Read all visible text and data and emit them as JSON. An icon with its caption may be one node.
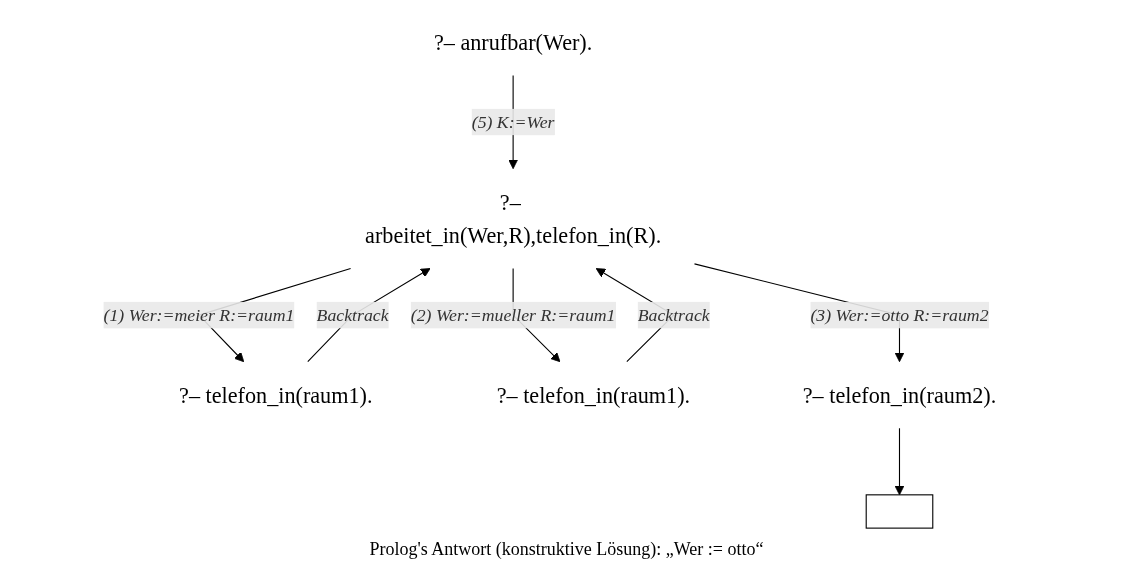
{
  "diagram": {
    "nodes": [
      {
        "text": [
          "?– anrufbar(Wer)."
        ]
      },
      {
        "text": [
          "?– arbeitet_in(Wer,R),telefon_in(R)."
        ]
      },
      {
        "text": [
          "?– telefon_in(raum1)."
        ]
      },
      {
        "text": [
          "?– telefon_in(raum1)."
        ]
      },
      {
        "text": [
          "?– telefon_in(raum2)."
        ]
      },
      {
        "text": [],
        "shape": "box"
      }
    ],
    "edges": [
      {
        "from": 0,
        "to": 1,
        "arrow": "to",
        "label": "(5) K:=Wer"
      },
      {
        "from": 1,
        "to": 2,
        "arrow": "to",
        "label": "(1) Wer:=meier R:=raum1"
      },
      {
        "from": 1,
        "to": 3,
        "arrow": "to",
        "label": "(2) Wer:=mueller R:=raum1"
      },
      {
        "from": 1,
        "to": 4,
        "arrow": "to",
        "label": "(3) Wer:=otto R:=raum2"
      },
      {
        "from": 2,
        "to": 1,
        "arrow": "to",
        "label": "Backtrack"
      },
      {
        "from": 3,
        "to": 1,
        "arrow": "to",
        "label": "Backtrack"
      },
      {
        "from": 4,
        "to": 5,
        "arrow": "to"
      }
    ],
    "labels": [
      "Prolog's Antwort (konstruktive Lösung): „Wer := otto“"
    ]
  }
}
